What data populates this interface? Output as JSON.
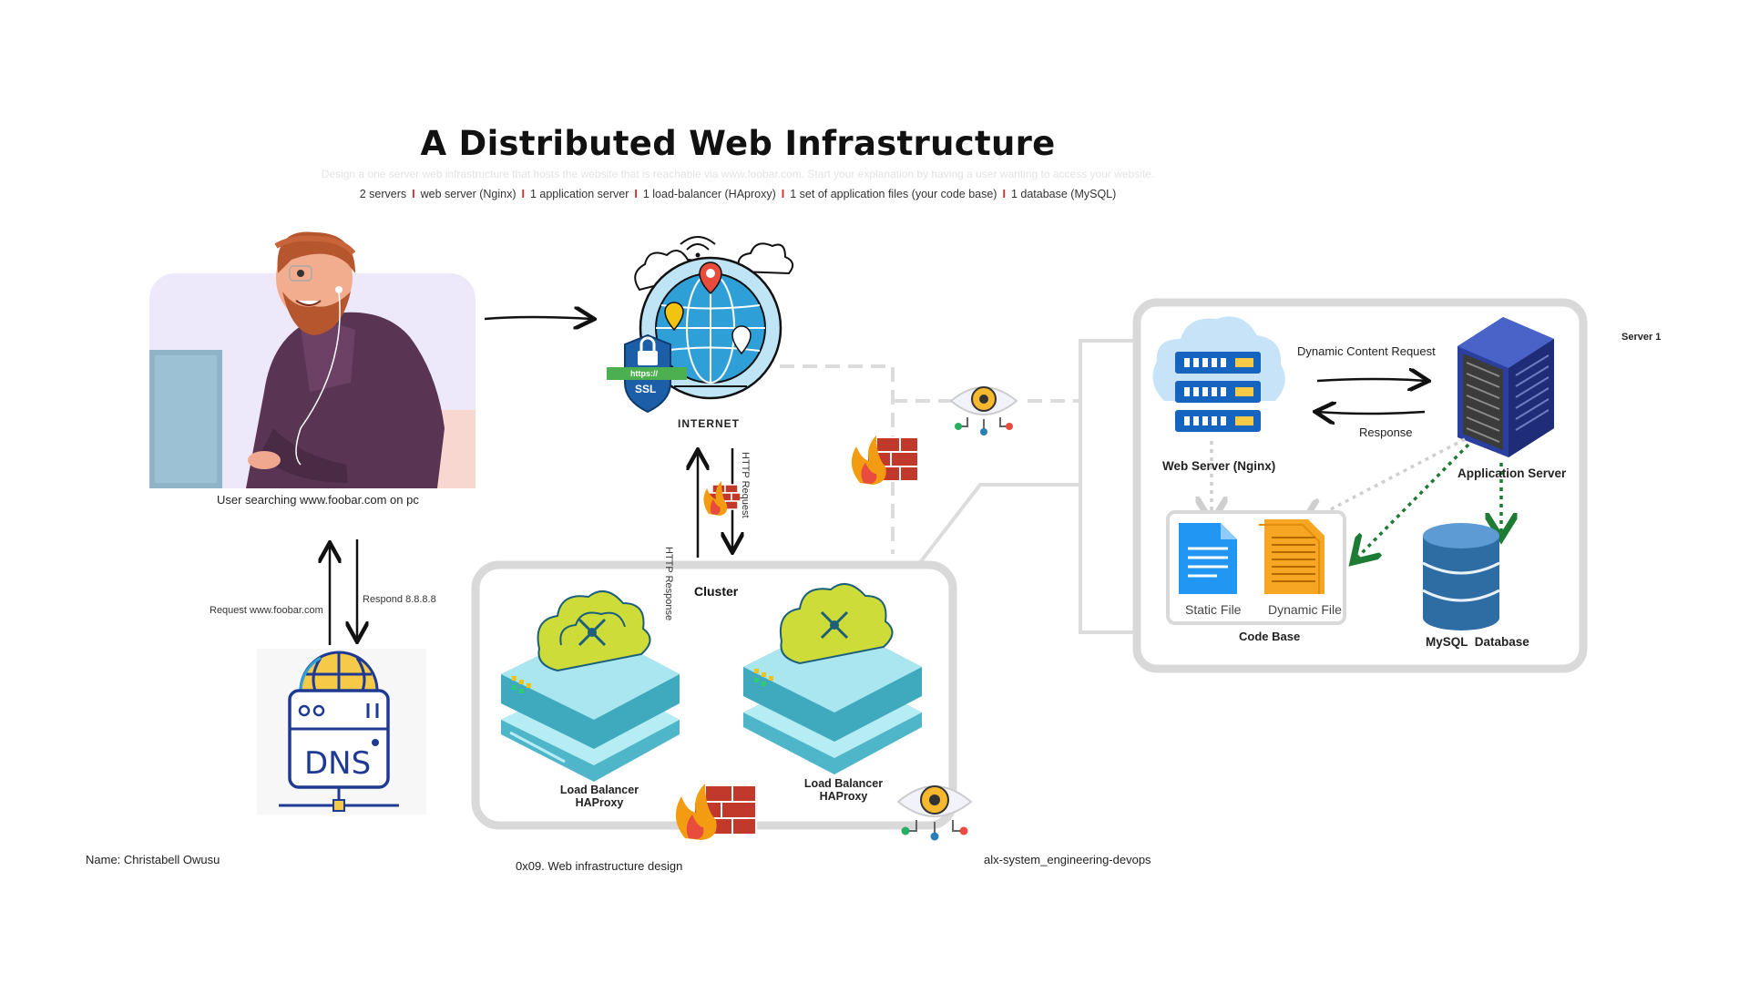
{
  "title": "A Distributed Web Infrastructure",
  "subtitle": "Design a one server web infrastructure that hosts the website that is reachable via www.foobar.com. Start your explanation by having a user wanting to access your website.",
  "components": [
    "2 servers",
    "web server (Nginx)",
    "1 application server",
    "1 load-balancer (HAproxy)",
    "1 set of application files (your code base)",
    "1 database (MySQL)"
  ],
  "nodes": {
    "user_caption": "User searching www.foobar.com on pc",
    "internet_label": "INTERNET",
    "ssl_banner": "https://",
    "ssl_badge": "SSL",
    "dns_label": "DNS",
    "cluster_label": "Cluster",
    "lb1_line1": "Load Balancer",
    "lb1_line2": "HAProxy",
    "lb2_line1": "Load Balancer",
    "lb2_line2": "HAProxy",
    "server_label": "Server 1",
    "web_server_label": "Web Server (Nginx)",
    "app_server_label": "Application Server",
    "static_file_label": "Static File",
    "dynamic_file_label": "Dynamic File",
    "code_base_label": "Code Base",
    "database_label": "MySQL  Database"
  },
  "edges": {
    "dns_request": "Request www.foobar.com",
    "dns_respond": "Respond 8.8.8.8",
    "http_request": "HTTP Request",
    "http_response": "HTTP Response",
    "dynamic_request": "Dynamic Content Request",
    "response": "Response"
  },
  "footer": {
    "name": "Name: Christabell Owusu",
    "project": "0x09. Web infrastructure design",
    "repo": "alx-system_engineering-devops"
  },
  "colors": {
    "frame_gray": "#d9d9d9",
    "firewall_red": "#c0392b",
    "fire_orange": "#f39c12",
    "globe_blue": "#2f9fd8",
    "server_blue": "#1565c0",
    "db_blue": "#2e6da4",
    "green_arrow": "#1e7b34",
    "lb_teal": "#7fd7e6",
    "lb_green": "#cddc39"
  },
  "icons": [
    "user-illustration",
    "globe-icon",
    "ssl-shield-icon",
    "dns-server-icon",
    "firewall-icon",
    "monitor-eye-icon",
    "load-balancer-icon",
    "web-server-icon",
    "application-server-icon",
    "document-icon",
    "database-icon"
  ]
}
